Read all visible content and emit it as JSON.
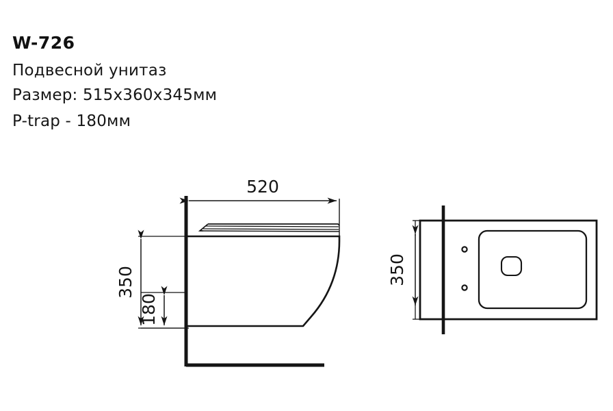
{
  "header": {
    "model": "W-726",
    "product_type": "Подвесной унитаз",
    "size_line": "Размер: 515x360x345мм",
    "trap_line": "P-trap - 180мм"
  },
  "drawings": {
    "side_view": {
      "name": "side-elevation",
      "dimensions": {
        "width_label": "520",
        "height_label": "350",
        "trap_height_label": "180"
      }
    },
    "top_view": {
      "name": "plan-view",
      "dimensions": {
        "depth_label": "350"
      }
    }
  },
  "colors": {
    "line": "#151515",
    "text": "#151515",
    "background": "#ffffff"
  }
}
